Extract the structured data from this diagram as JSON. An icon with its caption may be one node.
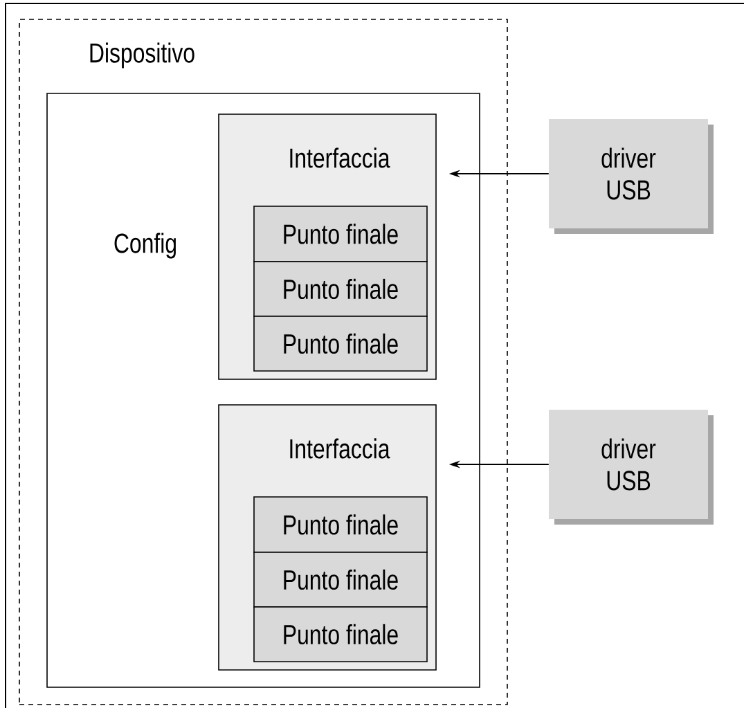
{
  "diagram": {
    "nodes": [
      {
        "text": [
          "Dispositivo"
        ]
      },
      {
        "text": [
          "Config"
        ],
        "in": 0
      },
      {
        "text": [
          "Interfaccia"
        ],
        "in": 1
      },
      {
        "text": [
          "Punto finale"
        ],
        "in": 2
      },
      {
        "text": [
          "Punto finale"
        ],
        "in": 2
      },
      {
        "text": [
          "Punto finale"
        ],
        "in": 2
      },
      {
        "text": [
          "Interfaccia"
        ],
        "in": 1
      },
      {
        "text": [
          "Punto finale"
        ],
        "in": 6
      },
      {
        "text": [
          "Punto finale"
        ],
        "in": 6
      },
      {
        "text": [
          "Punto finale"
        ],
        "in": 6
      },
      {
        "text": [
          "driver USB"
        ]
      },
      {
        "text": [
          "driver USB"
        ]
      }
    ],
    "edges": [
      {
        "from": 10,
        "to": 2,
        "arrow": "to"
      },
      {
        "from": 11,
        "to": 6,
        "arrow": "to"
      }
    ]
  }
}
